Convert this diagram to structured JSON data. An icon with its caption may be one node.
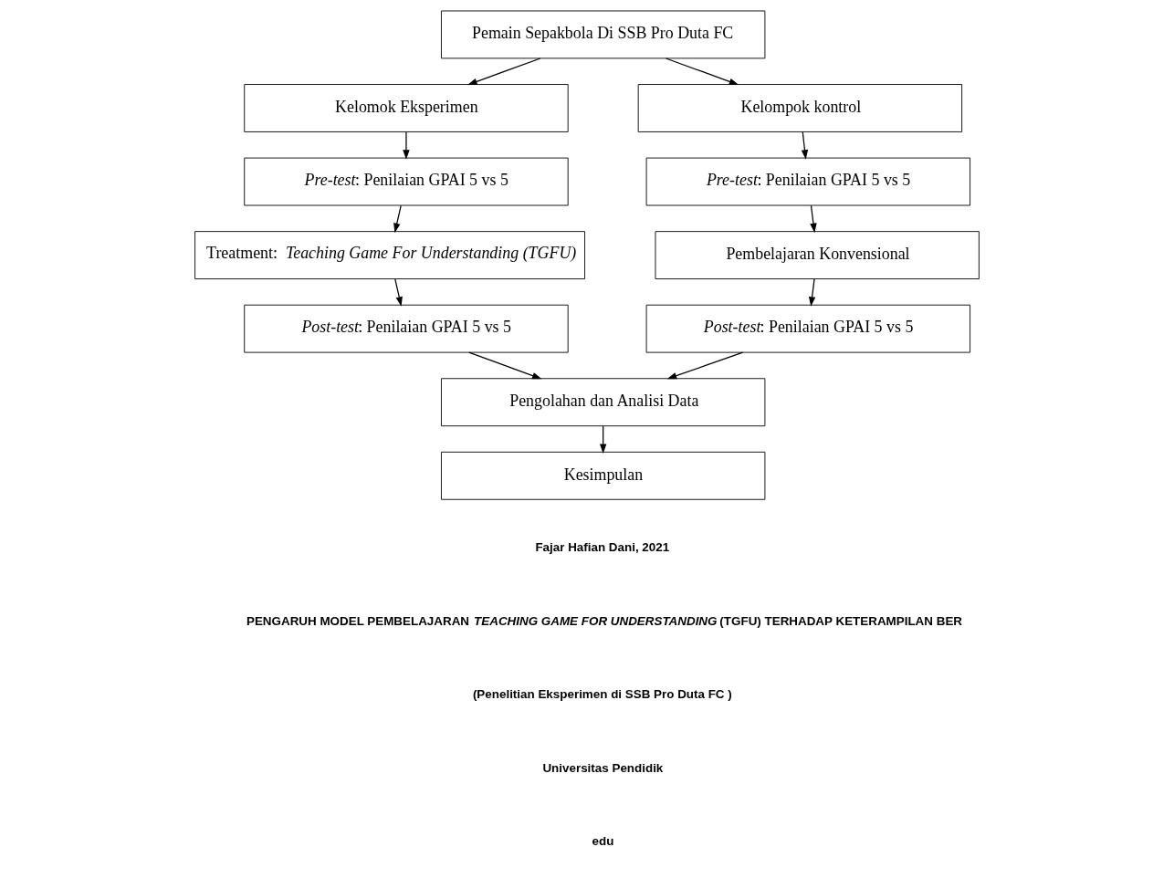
{
  "diagram": {
    "nodes": [
      {
        "text": [
          "Pemain Sepakbola Di SSB Pro Duta FC"
        ]
      },
      {
        "text": [
          "Kelomok Eksperimen"
        ]
      },
      {
        "text": [
          "Kelompok kontrol"
        ]
      },
      {
        "text": [
          "*Pre-test*: Penilaian GPAI 5 vs 5"
        ]
      },
      {
        "text": [
          "*Pre-test*: Penilaian GPAI 5 vs 5"
        ]
      },
      {
        "text": [
          "Treatment: *Teaching Game For Understanding (TGFU)*"
        ]
      },
      {
        "text": [
          "Pembelajaran Konvensional"
        ]
      },
      {
        "text": [
          "*Post-test*: Penilaian GPAI 5 vs 5"
        ]
      },
      {
        "text": [
          "*Post-test*: Penilaian GPAI 5 vs 5"
        ]
      },
      {
        "text": [
          "Pengolahan dan Analisi Data"
        ]
      },
      {
        "text": [
          "Kesimpulan"
        ]
      }
    ],
    "edges": [
      {
        "from": 0,
        "to": 1,
        "arrow": "to"
      },
      {
        "from": 0,
        "to": 2,
        "arrow": "to"
      },
      {
        "from": 1,
        "to": 3,
        "arrow": "to"
      },
      {
        "from": 3,
        "to": 5,
        "arrow": "to"
      },
      {
        "from": 5,
        "to": 7,
        "arrow": "to"
      },
      {
        "from": 2,
        "to": 4,
        "arrow": "to"
      },
      {
        "from": 4,
        "to": 6,
        "arrow": "to"
      },
      {
        "from": 6,
        "to": 8,
        "arrow": "to"
      },
      {
        "from": 7,
        "to": 9,
        "arrow": "to"
      },
      {
        "from": 8,
        "to": 9,
        "arrow": "to"
      },
      {
        "from": 9,
        "to": 10,
        "arrow": "to"
      }
    ],
    "labels": [
      "Fajar Hafian Dani, 2021",
      "PENGARUH MODEL PEMBELAJARAN *TEACHING GAME FOR UNDERSTANDING* (TGFU) TERHADAP KETERAMPILAN BER",
      "(Penelitian Eksperimen di SSB Pro Duta FC )",
      "Universitas Pendidik",
      "edu"
    ]
  }
}
